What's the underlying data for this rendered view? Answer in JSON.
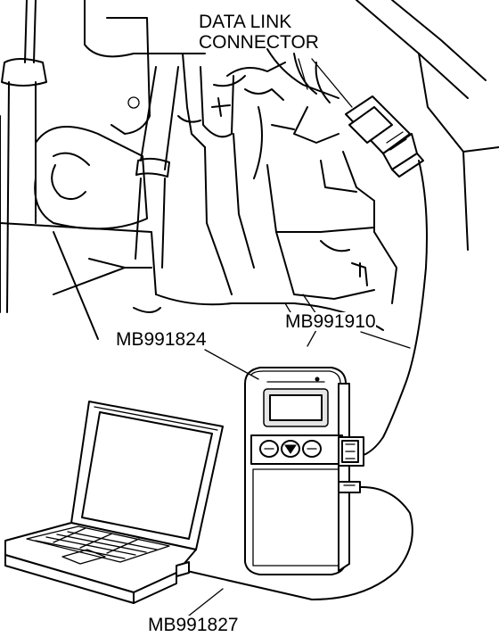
{
  "labels": {
    "data_link_connector_line1": "DATA LINK",
    "data_link_connector_line2": "CONNECTOR",
    "mb991910": "MB991910",
    "mb991824": "MB991824",
    "mb991827": "MB991827"
  }
}
